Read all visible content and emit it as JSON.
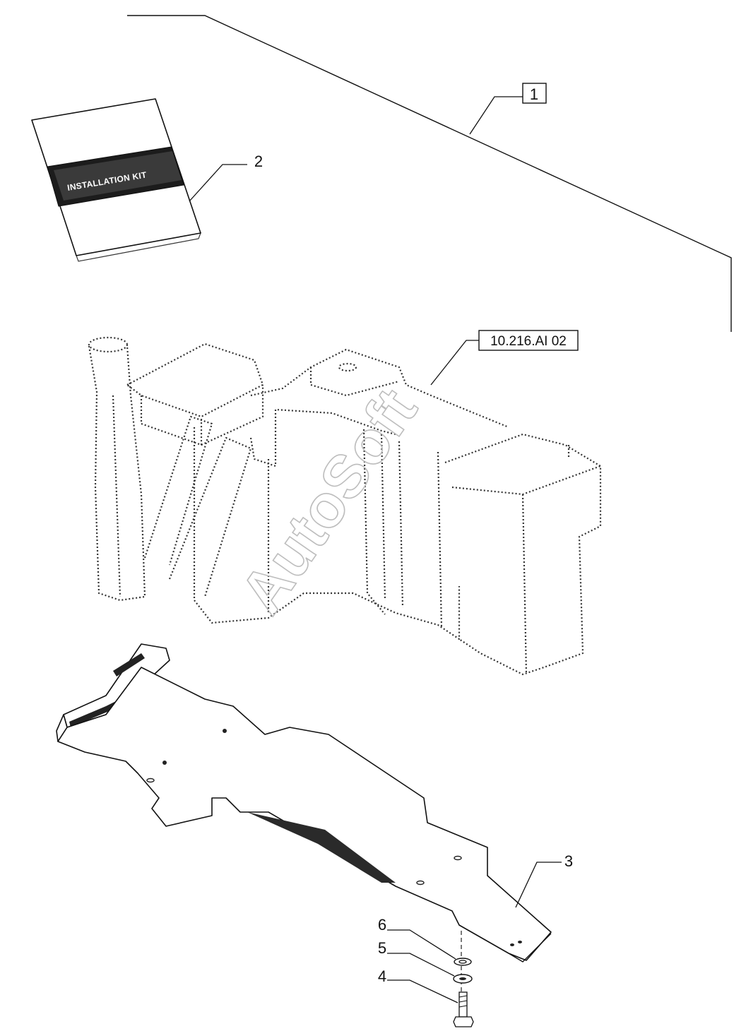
{
  "callouts": {
    "kit_box": "1",
    "manual": "2",
    "shield": "3",
    "bolt": "4",
    "washer": "5",
    "lock_washer": "6",
    "reference_box": "10.216.AI 02"
  },
  "manual": {
    "cover_label": "INSTALLATION KIT"
  },
  "watermark": "AutoSoft"
}
